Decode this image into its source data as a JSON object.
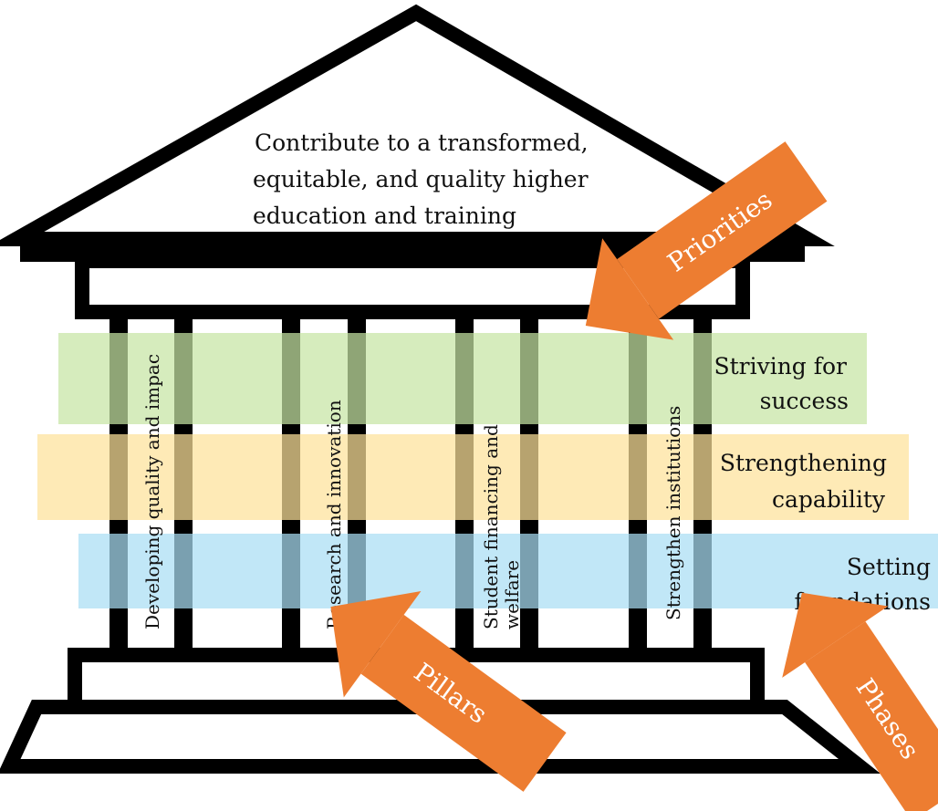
{
  "roof_text": {
    "line1": "Contribute to a transformed,",
    "line2": "equitable, and quality higher",
    "line3": "education and training"
  },
  "pillars": [
    {
      "label": "Developing quality and impac"
    },
    {
      "label": "Research and innovation"
    },
    {
      "label_line1": "Student financing and",
      "label_line2": "welfare"
    },
    {
      "label": "Strengthen institutions"
    }
  ],
  "phases": [
    {
      "line1": "Striving for",
      "line2": "success",
      "color": "#c6e4a4"
    },
    {
      "line1": "Strengthening",
      "line2": "capability",
      "color": "#fde29a"
    },
    {
      "line1": "Setting",
      "line2": "foundations",
      "color": "#a9def4"
    }
  ],
  "arrows": {
    "priorities": "Priorities",
    "pillars": "Pillars",
    "phases": "Phases",
    "color": "#ed7d31"
  },
  "colors": {
    "outline": "#000000",
    "pillar_overlay": "#000000"
  }
}
